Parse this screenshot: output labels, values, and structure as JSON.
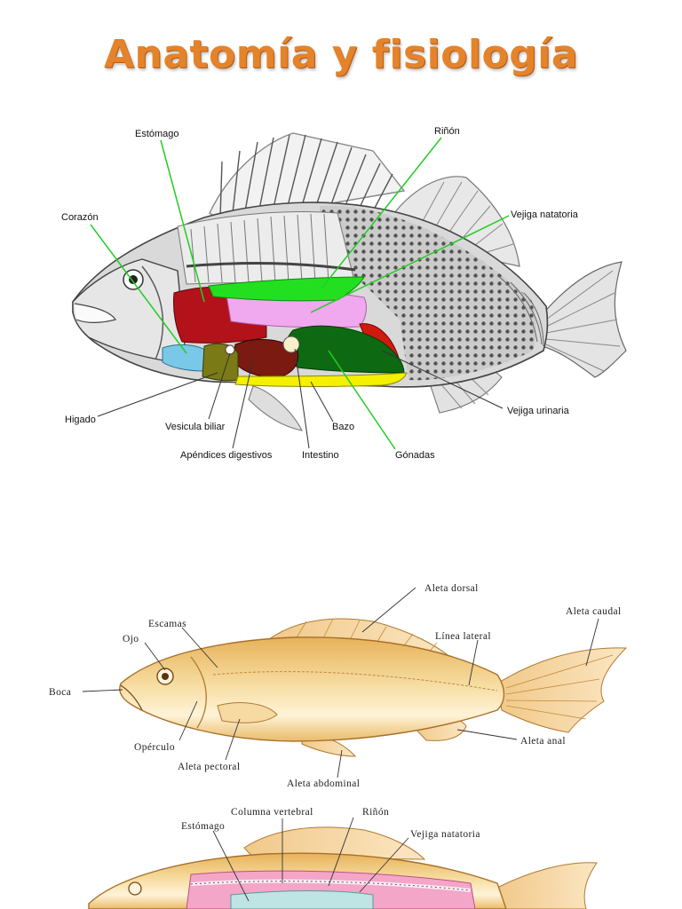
{
  "title": "Anatomía  y fisiología",
  "diagram1": {
    "labels": {
      "estomago": "Estómago",
      "rinon": "Riñón",
      "corazon": "Corazón",
      "vejiga_natatoria": "Vejiga natatoria",
      "higado": "Higado",
      "vesicula_biliar": "Vesicula biliar",
      "bazo": "Bazo",
      "vejiga_urinaria": "Vejiga urinaria",
      "apendices_digestivos": "Apéndices digestivos",
      "intestino": "Intestino",
      "gonadas": "Gónadas"
    },
    "colors": {
      "leader_line": "#22cc22",
      "stomach": "#b3121a",
      "kidney": "#22e020",
      "swim_bladder": "#f0a8ee",
      "heart": "#7ac8e8",
      "liver": "#7a7a16",
      "intestine": "#0e6a12",
      "gonads": "#f4f000",
      "spleen": "#7a1a10",
      "urinary": "#d01a10"
    }
  },
  "diagram2": {
    "labels": {
      "aleta_dorsal": "Aleta dorsal",
      "aleta_caudal": "Aleta caudal",
      "escamas": "Escamas",
      "ojo": "Ojo",
      "linea_lateral": "Línea lateral",
      "boca": "Boca",
      "operculo": "Opérculo",
      "aleta_anal": "Aleta anal",
      "aleta_pectoral": "Aleta pectoral",
      "aleta_abdominal": "Aleta abdominal"
    }
  },
  "diagram3": {
    "labels": {
      "columna_vertebral": "Columna vertebral",
      "rinon": "Riñón",
      "estomago": "Estómago",
      "vejiga_natatoria": "Vejiga natatoria"
    }
  }
}
